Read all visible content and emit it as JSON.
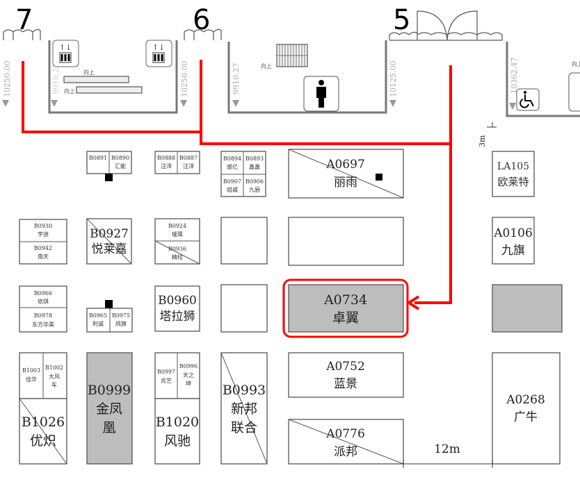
{
  "doors": {
    "d7": "7",
    "d6": "6",
    "d5": "5"
  },
  "dimensions": [
    "10250.00",
    "9910.27",
    "10250.00",
    "9910.27",
    "10125.00",
    "10362.47"
  ],
  "facilities": {
    "up_label": "向上",
    "icons": [
      "elevator-icon",
      "escalator-icon",
      "restroom-icon",
      "wheelchair-icon"
    ]
  },
  "scale": {
    "small": "3m",
    "large": "12m"
  },
  "highlight": {
    "code": "A0734",
    "name": "卓翼",
    "color": "#ff0000"
  },
  "booths": {
    "b0891": {
      "code": "B0891"
    },
    "b0890": {
      "code": "B0890",
      "name": "汇能"
    },
    "b0888": {
      "code": "B0888",
      "name": "汪洋"
    },
    "b0887": {
      "code": "B0887",
      "name": "汪洋"
    },
    "b0894": {
      "code": "B0894",
      "name": "感亿"
    },
    "b0893": {
      "code": "B0893",
      "name": "鑫鑫"
    },
    "b0907": {
      "code": "B0907",
      "name": "组威"
    },
    "b0906": {
      "code": "B0906",
      "name": "九厨"
    },
    "a0697": {
      "code": "A0697",
      "name": "丽雨"
    },
    "la105": {
      "code": "LA105",
      "name": "欧莱特"
    },
    "b0930": {
      "code": "B0930",
      "name": "宇迪"
    },
    "b0942": {
      "code": "B0942",
      "name": "南天"
    },
    "b0927": {
      "code": "B0927",
      "name": "悦莱嘉"
    },
    "b0924": {
      "code": "B0924",
      "name": "璀璨"
    },
    "b0936": {
      "code": "B0936",
      "name": "精校"
    },
    "a0106": {
      "code": "A0106",
      "name": "九旗"
    },
    "b0966": {
      "code": "B0966",
      "name": "依琪"
    },
    "b0978": {
      "code": "B0978",
      "name": "东方华美"
    },
    "b0965": {
      "code": "B0965",
      "name": "利诚"
    },
    "b0975": {
      "code": "B0975",
      "name": "颀旗"
    },
    "b0960": {
      "code": "B0960",
      "name": "塔拉狮"
    },
    "b1003": {
      "code": "B1003",
      "name": "佳华"
    },
    "b1002": {
      "code": "B1002",
      "name1": "大风",
      "name2": "车"
    },
    "b1026": {
      "code": "B1026",
      "name": "优炽"
    },
    "b0999": {
      "code": "B0999",
      "name1": "金凤",
      "name2": "凰"
    },
    "b0997": {
      "code": "B0997",
      "name": "兆艺"
    },
    "b0996": {
      "code": "B0996",
      "name1": "天之",
      "name2": "坤"
    },
    "b1020": {
      "code": "B1020",
      "name": "风驰"
    },
    "b0993": {
      "code": "B0993",
      "name1": "新邦",
      "name2": "联合"
    },
    "a0752": {
      "code": "A0752",
      "name": "蓝景"
    },
    "a0776": {
      "code": "A0776",
      "name": "派邦"
    },
    "a0268": {
      "code": "A0268",
      "name": "广牛"
    }
  }
}
